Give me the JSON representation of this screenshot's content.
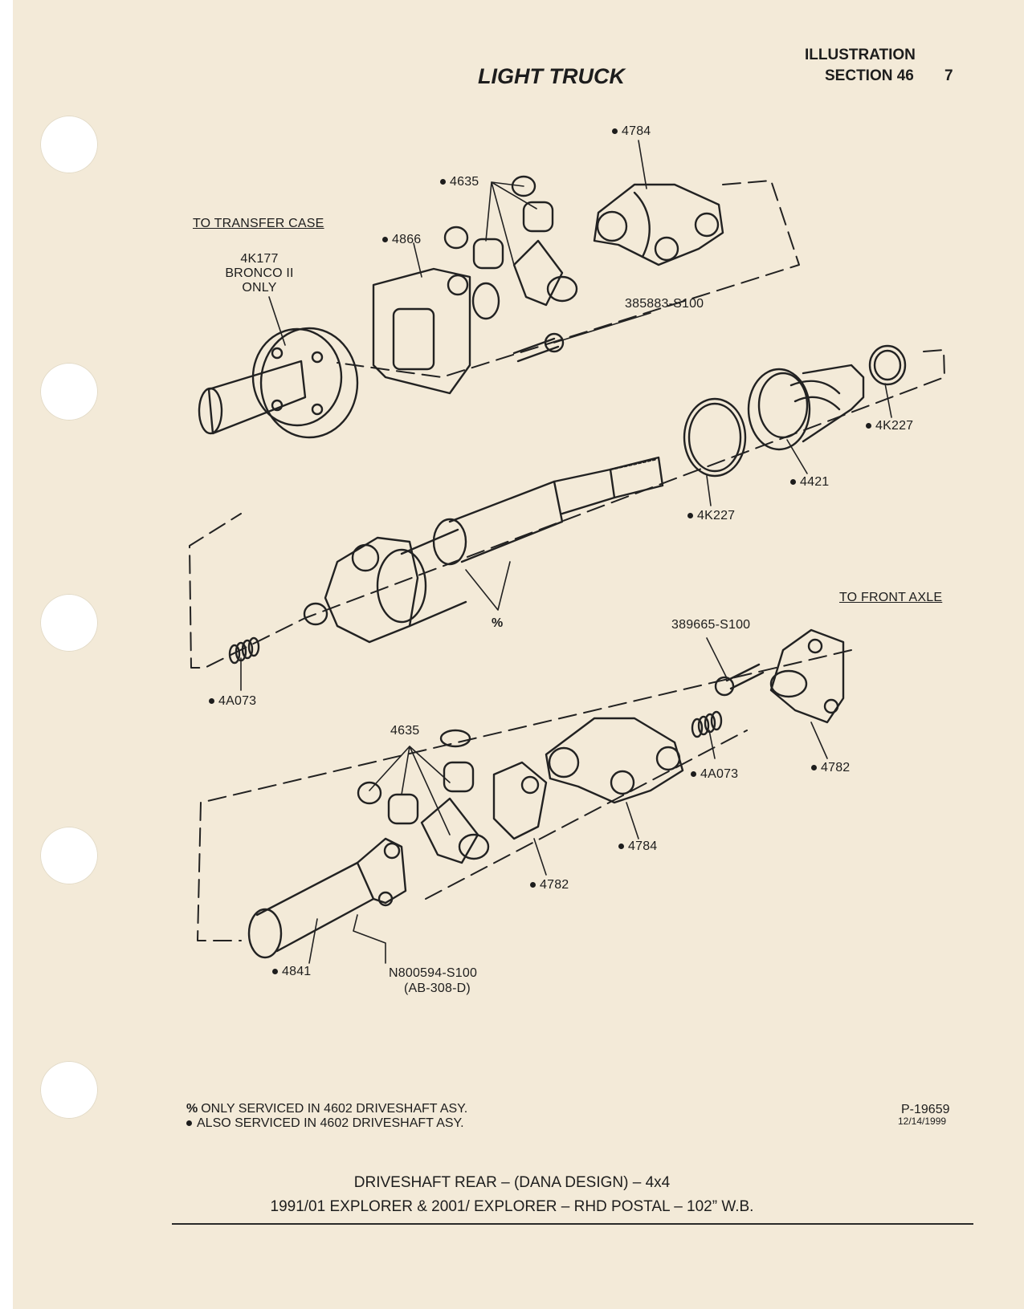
{
  "header": {
    "illustration": "ILLUSTRATION",
    "section": "SECTION 46",
    "page_number": "7",
    "title": "LIGHT TRUCK"
  },
  "parts": {
    "p4784_top": "4784",
    "p4635_top": "4635",
    "p4866": "4866",
    "to_transfer_case": "TO TRANSFER CASE",
    "p4k177": "4K177",
    "bronco": "BRONCO II",
    "only": "ONLY",
    "p385883": "385883-S100",
    "p4k227_right": "4K227",
    "p4421": "4421",
    "p4k227_mid": "4K227",
    "percent": "%",
    "to_front_axle": "TO FRONT AXLE",
    "p389665": "389665-S100",
    "p4a073_left": "4A073",
    "p4635_bottom": "4635",
    "p4a073_right": "4A073",
    "p4782_right": "4782",
    "p4784_bottom": "4784",
    "p4782_mid": "4782",
    "p4841": "4841",
    "pn800594": "N800594-S100",
    "pab308": "(AB-308-D)"
  },
  "footnotes": {
    "percent_note": "ONLY SERVICED IN 4602 DRIVESHAFT ASY.",
    "dot_note": "ALSO SERVICED IN 4602 DRIVESHAFT ASY.",
    "drawing_number": "P-19659",
    "date": "12/14/1999"
  },
  "caption": {
    "line1": "DRIVESHAFT REAR – (DANA DESIGN) – 4x4",
    "line2": "1991/01 EXPLORER & 2001/ EXPLORER – RHD POSTAL – 102” W.B."
  }
}
